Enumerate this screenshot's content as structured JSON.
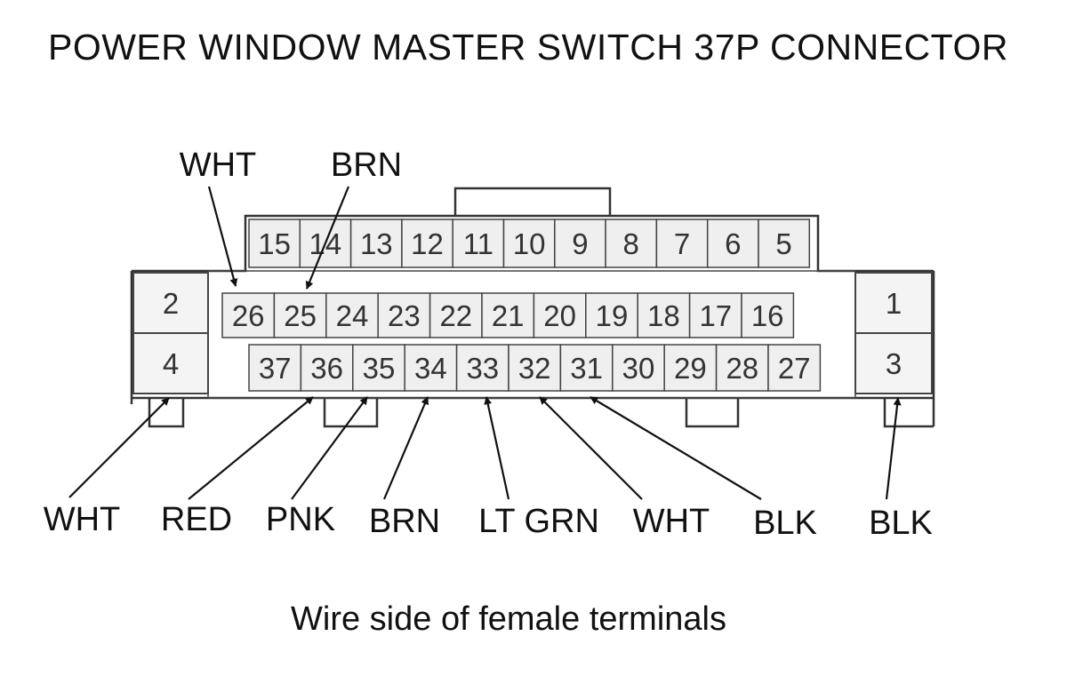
{
  "title": "POWER WINDOW MASTER SWITCH 37P CONNECTOR",
  "caption": "Wire side of female terminals",
  "connector": {
    "top_row": [
      "15",
      "14",
      "13",
      "12",
      "11",
      "10",
      "9",
      "8",
      "7",
      "6",
      "5"
    ],
    "middle_row": [
      "26",
      "25",
      "24",
      "23",
      "22",
      "21",
      "20",
      "19",
      "18",
      "17",
      "16"
    ],
    "bottom_row": [
      "37",
      "36",
      "35",
      "34",
      "33",
      "32",
      "31",
      "30",
      "29",
      "28",
      "27"
    ],
    "left_upper": "2",
    "left_lower": "4",
    "right_upper": "1",
    "right_lower": "3"
  },
  "callouts": {
    "top": [
      {
        "label": "WHT",
        "terminal": "26"
      },
      {
        "label": "BRN",
        "terminal": "25"
      }
    ],
    "bottom": [
      {
        "label": "WHT",
        "terminal": "4"
      },
      {
        "label": "RED",
        "terminal": "36"
      },
      {
        "label": "PNK",
        "terminal": "35"
      },
      {
        "label": "BRN",
        "terminal": "34"
      },
      {
        "label": "LT GRN",
        "terminal": "33"
      },
      {
        "label": "WHT",
        "terminal": "32"
      },
      {
        "label": "BLK",
        "terminal": "31"
      },
      {
        "label": "BLK",
        "terminal": "3"
      }
    ]
  }
}
